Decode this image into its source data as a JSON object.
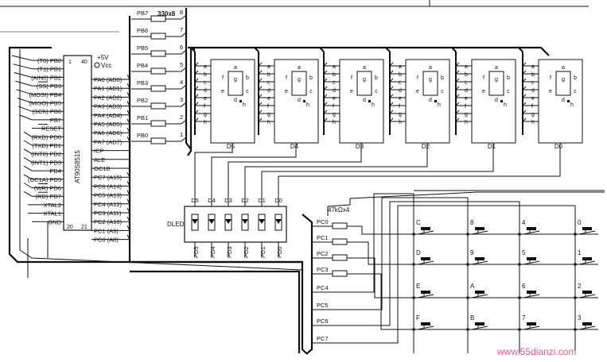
{
  "mcu": {
    "part": "AT90S8515",
    "left_pins": [
      "(T0) PB0",
      "(T1) PB1",
      "(AIN0) PB2",
      "(SS) PB3",
      "(MOSI) PB4",
      "(MISO) PB5",
      "(SCK) PB6",
      "PB7",
      "RESET",
      "(RXD) PD0",
      "(TXD) PD1",
      "(INT0) PD2",
      "(INT1) PD3",
      "PD4",
      "(OC1A) PD5",
      "(WR) PD6",
      "(RD) PD7",
      "XTAL2",
      "XTAL1",
      "GND"
    ],
    "right_pins": [
      "PA0 (AD0)",
      "PA1 (AD1)",
      "PA2 (AD2)",
      "PA3 (AD3)",
      "PA4 (AD4)",
      "PA5 (AD5)",
      "PA6 (AD6)",
      "PA7 (AD7)",
      "ICP",
      "ALE",
      "OC1B",
      "PC7 (A15)",
      "PC6 (A14)",
      "PC5 (A13)",
      "PC4 (A12)",
      "PC3 (A11)",
      "PC2 (A10)",
      "PC1 (A9)",
      "PC0 (A8)"
    ],
    "pin_numbers": [
      "1",
      "40",
      "20",
      "21"
    ],
    "vcc": "+5V",
    "vcc_pin": "Vcc"
  },
  "resistors": {
    "label": "330x8",
    "rows": [
      {
        "port": "PB7",
        "num": "8"
      },
      {
        "port": "PB6",
        "num": "7"
      },
      {
        "port": "PB5",
        "num": "6"
      },
      {
        "port": "PB4",
        "num": "5"
      },
      {
        "port": "PB3",
        "num": "4"
      },
      {
        "port": "PB2",
        "num": "3"
      },
      {
        "port": "PB1",
        "num": "2"
      },
      {
        "port": "PB0",
        "num": "1"
      }
    ]
  },
  "digits": {
    "segment_pins": [
      "a",
      "b",
      "c",
      "d",
      "e",
      "f",
      "g",
      "h"
    ],
    "labels": [
      "D5",
      "D4",
      "D3",
      "D2",
      "D1",
      "D0"
    ]
  },
  "dled": {
    "label": "DLED",
    "top_pins": [
      "D5",
      "D4",
      "D3",
      "D2",
      "D1",
      "D0"
    ],
    "bottom_pins": [
      "PD5",
      "PD4",
      "PD3",
      "PD2",
      "PD1",
      "PD0"
    ]
  },
  "keypad": {
    "resistor_label": "47kΩx4",
    "rows": [
      "PC0",
      "PC1",
      "PC2",
      "PC3"
    ],
    "cols": [
      "PC4",
      "PC5",
      "PC6",
      "PC7"
    ],
    "keys": [
      [
        "C",
        "8",
        "4",
        "0"
      ],
      [
        "D",
        "9",
        "5",
        "1"
      ],
      [
        "E",
        "A",
        "6",
        "2"
      ],
      [
        "F",
        "B",
        "7",
        "3"
      ]
    ]
  },
  "watermark": "www.55dianzi.com"
}
